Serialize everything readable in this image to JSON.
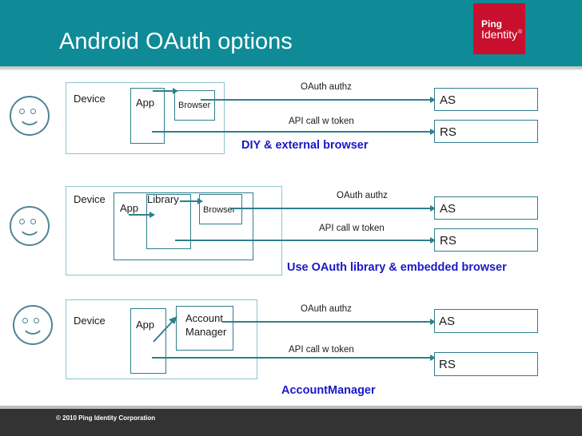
{
  "slide": {
    "title": "Android OAuth options",
    "header_color": "#0f8a97",
    "caption_color": "#1a18c8",
    "line_color": "#2e7f8c"
  },
  "logo": {
    "line1": "Ping",
    "line2": "Identity",
    "trademark": "®",
    "color": "#c8102e"
  },
  "footer": {
    "text": "© 2010 Ping Identity Corporation"
  },
  "blocks": [
    {
      "id": "diy-external-browser",
      "device_label": "Device",
      "nodes": [
        {
          "name": "app",
          "label": "App"
        },
        {
          "name": "browser",
          "label": "Browser"
        }
      ],
      "flows": [
        {
          "name": "oauth-authz",
          "label": "OAuth authz",
          "target": "AS"
        },
        {
          "name": "api-call",
          "label": "API call w token",
          "target": "RS"
        }
      ],
      "servers": [
        {
          "name": "authorization-server",
          "label": "AS"
        },
        {
          "name": "resource-server",
          "label": "RS"
        }
      ],
      "caption": "DIY & external browser"
    },
    {
      "id": "oauth-library-embedded-browser",
      "device_label": "Device",
      "nodes": [
        {
          "name": "app",
          "label": "App"
        },
        {
          "name": "library",
          "label": "Library"
        },
        {
          "name": "browser",
          "label": "Browser"
        }
      ],
      "flows": [
        {
          "name": "oauth-authz",
          "label": "OAuth authz",
          "target": "AS"
        },
        {
          "name": "api-call",
          "label": "API call w token",
          "target": "RS"
        }
      ],
      "servers": [
        {
          "name": "authorization-server",
          "label": "AS"
        },
        {
          "name": "resource-server",
          "label": "RS"
        }
      ],
      "caption": "Use OAuth library & embedded browser"
    },
    {
      "id": "account-manager",
      "device_label": "Device",
      "nodes": [
        {
          "name": "app",
          "label": "App"
        },
        {
          "name": "account-manager",
          "label_line1": "Account",
          "label_line2": "Manager"
        }
      ],
      "flows": [
        {
          "name": "oauth-authz",
          "label": "OAuth authz",
          "target": "AS"
        },
        {
          "name": "api-call",
          "label": "API call w token",
          "target": "RS"
        }
      ],
      "servers": [
        {
          "name": "authorization-server",
          "label": "AS"
        },
        {
          "name": "resource-server",
          "label": "RS"
        }
      ],
      "caption": "AccountManager"
    }
  ]
}
